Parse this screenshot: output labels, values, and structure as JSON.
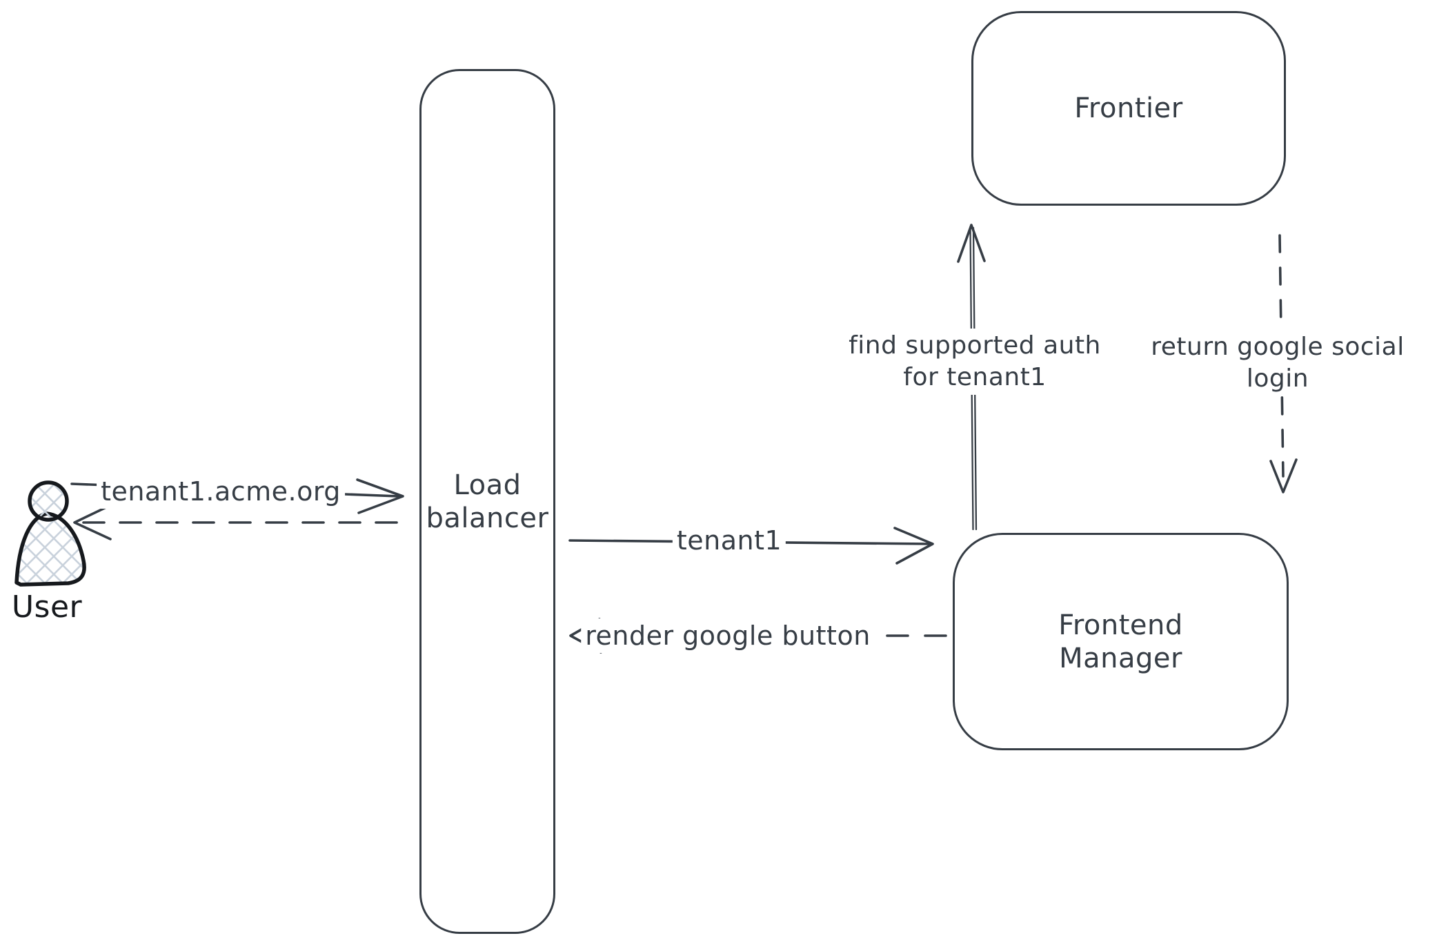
{
  "diagram": {
    "background": "#ffffff",
    "stroke_color": "#363d45",
    "actor_stroke_color": "#16191d",
    "actor_hatch_color": "#c9d2dc",
    "nodes": {
      "user": {
        "label": "User",
        "type": "actor"
      },
      "load_balancer": {
        "label_line1": "Load",
        "label_line2": "balancer"
      },
      "frontier": {
        "label": "Frontier"
      },
      "frontend_manager": {
        "label_line1": "Frontend",
        "label_line2": "Manager"
      }
    },
    "edges": {
      "user_to_load_balancer": {
        "label": "tenant1.acme.org",
        "style": "solid",
        "direction": "right"
      },
      "load_balancer_to_user": {
        "style": "dashed",
        "direction": "left"
      },
      "load_balancer_to_frontend_manager": {
        "label": "tenant1",
        "style": "solid",
        "direction": "right"
      },
      "frontend_manager_to_load_balancer": {
        "label": "render google button",
        "style": "dashed",
        "direction": "left"
      },
      "frontend_manager_to_frontier": {
        "label_line1": "find supported auth",
        "label_line2": "for tenant1",
        "style": "solid",
        "direction": "up"
      },
      "frontier_to_frontend_manager": {
        "label_line1": "return google social",
        "label_line2": "login",
        "style": "dashed",
        "direction": "down"
      }
    }
  }
}
